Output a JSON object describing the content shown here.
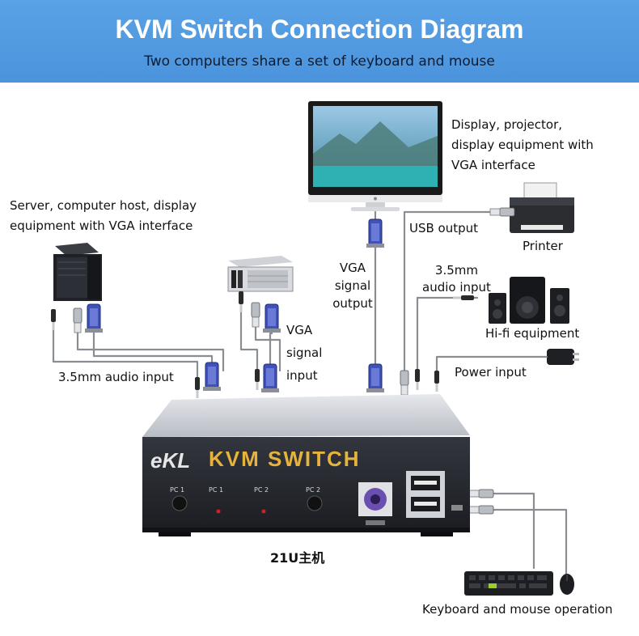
{
  "header": {
    "title": "KVM Switch Connection Diagram",
    "subtitle": "Two computers share a set of keyboard and mouse"
  },
  "labels": {
    "display": [
      "Display, projector,",
      "display equipment with",
      "VGA interface"
    ],
    "server": [
      "Server, computer host, display",
      "equipment with VGA interface"
    ],
    "usb_output": "USB output",
    "printer": "Printer",
    "audio_input_right": [
      "3.5mm",
      "audio input"
    ],
    "hifi": "Hi-fi equipment",
    "vga_output": [
      "VGA",
      "signal",
      "output"
    ],
    "vga_input": [
      "VGA",
      "signal",
      "input"
    ],
    "audio_input_left": "3.5mm audio input",
    "power_input": "Power input",
    "model": "21U主机",
    "keyboard_mouse": "Keyboard and mouse operation"
  },
  "device": {
    "brand": "eKL",
    "name": "KVM SWITCH",
    "buttons": [
      "PC 1",
      "PC 1",
      "PC 2",
      "PC 2"
    ]
  },
  "colors": {
    "banner": "#4b93dc",
    "device_body": "#24272e",
    "vga_connector": "#3f52b8",
    "brand_gold": "#e6b33c"
  }
}
